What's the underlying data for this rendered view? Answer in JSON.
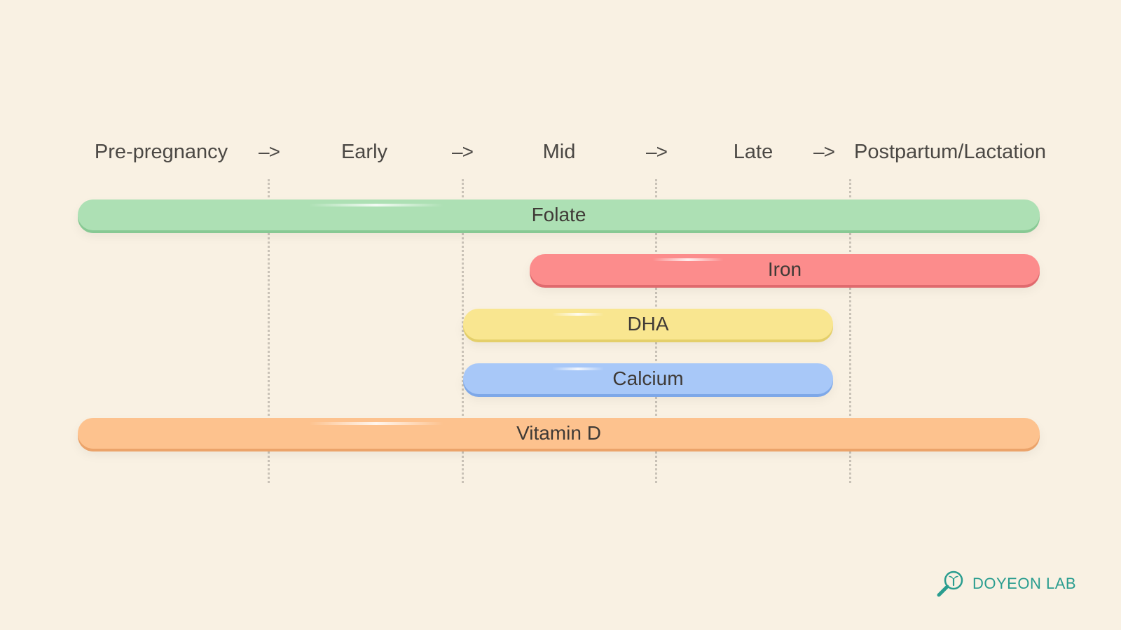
{
  "phases": [
    "Pre-pregnancy",
    "Early",
    "Mid",
    "Late",
    "Postpartum/Lactation"
  ],
  "arrow": "–>",
  "bars": [
    {
      "label": "Folate",
      "color": "#ade0b4",
      "shadow": "#88c994"
    },
    {
      "label": "Iron",
      "color": "#fc8c8c",
      "shadow": "#e06a6e"
    },
    {
      "label": "DHA",
      "color": "#f9e690",
      "shadow": "#e4cf6a"
    },
    {
      "label": "Calcium",
      "color": "#a8c8f8",
      "shadow": "#7ea8e8"
    },
    {
      "label": "Vitamin D",
      "color": "#fdc28e",
      "shadow": "#eba36a"
    }
  ],
  "brand": {
    "name": "DOYEON LAB",
    "icon": "magnifier-sprout-icon",
    "color": "#2a9d8f"
  }
}
